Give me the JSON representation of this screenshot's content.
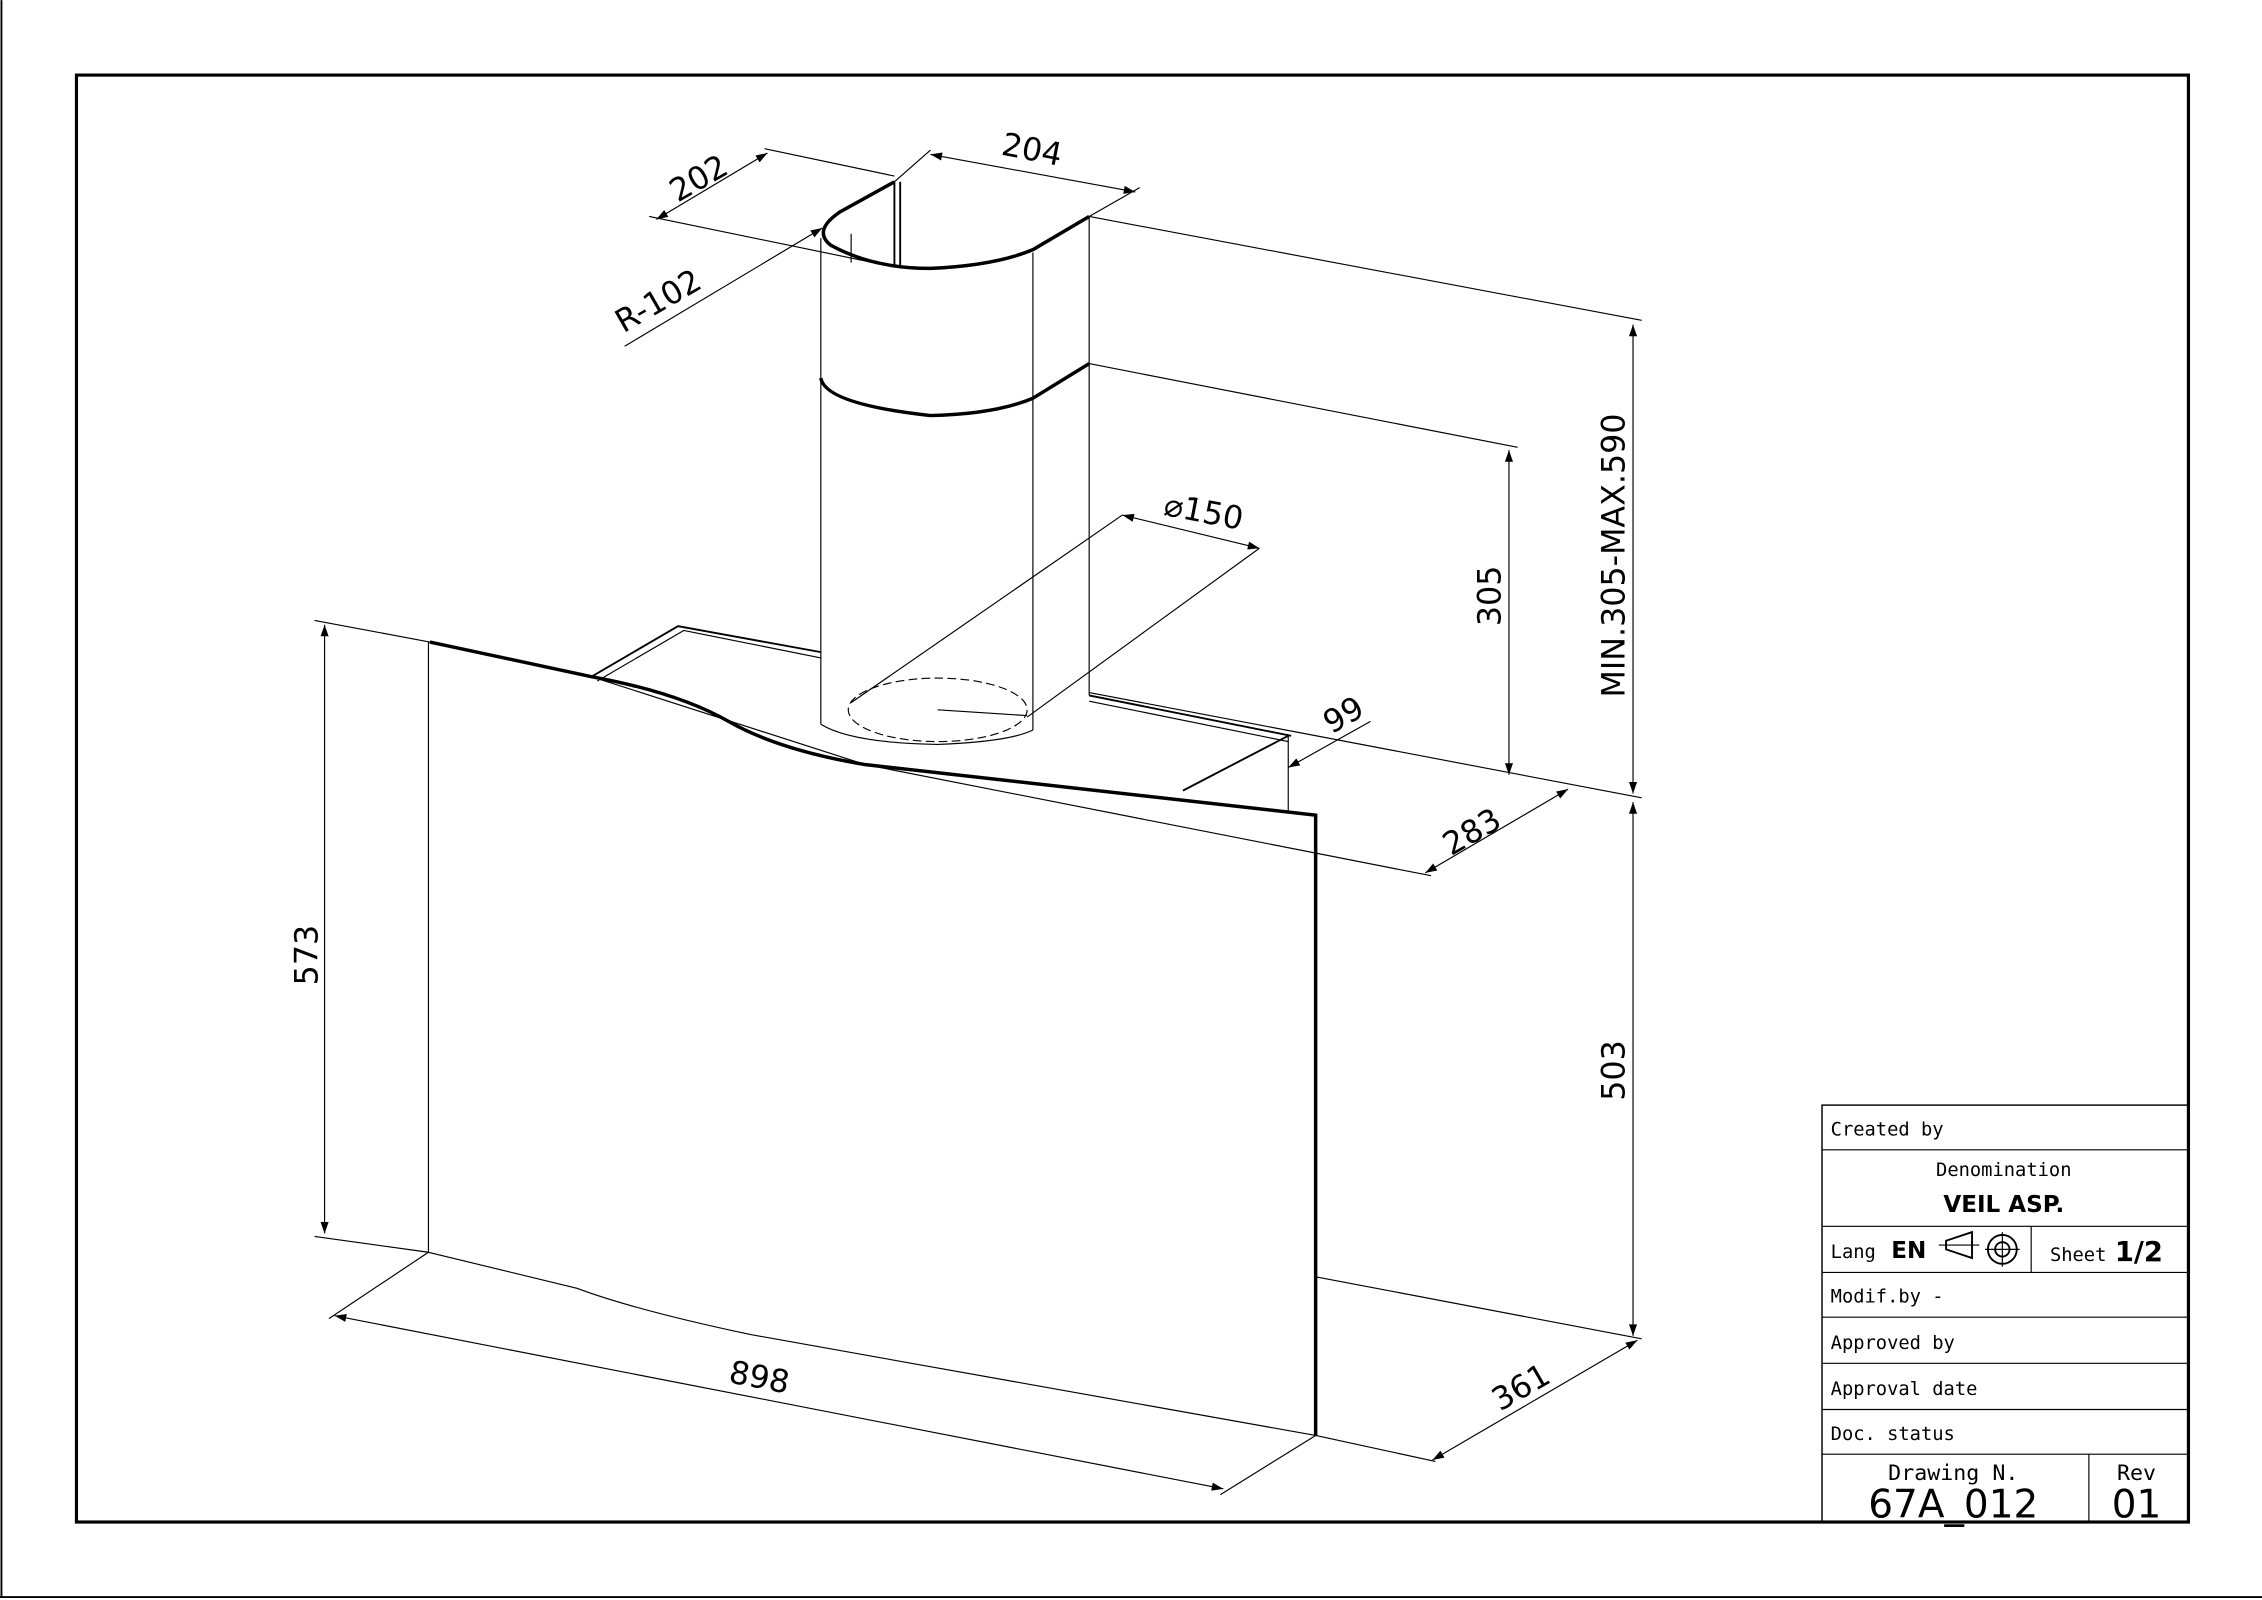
{
  "drawing": {
    "dimensions": {
      "d202": "202",
      "d204": "204",
      "r102": "R-102",
      "d150": "⌀150",
      "d305": "305",
      "min_max": "MIN.305-MAX.590",
      "d99": "99",
      "d283": "283",
      "d573": "573",
      "d503": "503",
      "d898": "898",
      "d361": "361"
    }
  },
  "title_block": {
    "created_by": "Created by",
    "denomination_label": "Denomination",
    "denomination": "VEIL ASP.",
    "lang_label": "Lang",
    "lang": "EN",
    "projection_icon": "first-angle-projection-icon",
    "sheet_label": "Sheet",
    "sheet": "1/2",
    "modif_by": "Modif.by -",
    "approved_by": "Approved by",
    "approval_date": "Approval date",
    "doc_status": "Doc. status",
    "drawing_n_label": "Drawing N.",
    "drawing_n": "67A_012",
    "rev_label": "Rev",
    "rev": "01"
  }
}
